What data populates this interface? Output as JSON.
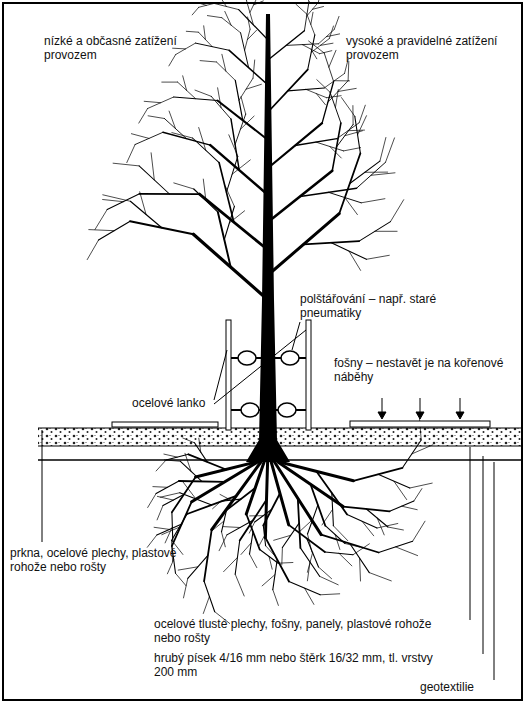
{
  "diagram": {
    "labels": [
      "nízké a občasné zatížení provozem",
      "vysoké a pravidelné zatížení provozem",
      "polštářování – např. staré pneumatiky",
      "fošny – nestavět je na kořenové náběhy",
      "ocelové lanko",
      "prkna, ocelové plechy, plastové rohože nebo rošty",
      "ocelové tlusté plechy, fošny, panely, plastové rohože nebo rošty",
      "hrubý písek 4/16 mm nebo štěrk 16/32 mm, tl. vrstvy 200 mm",
      "geotextilie"
    ]
  }
}
